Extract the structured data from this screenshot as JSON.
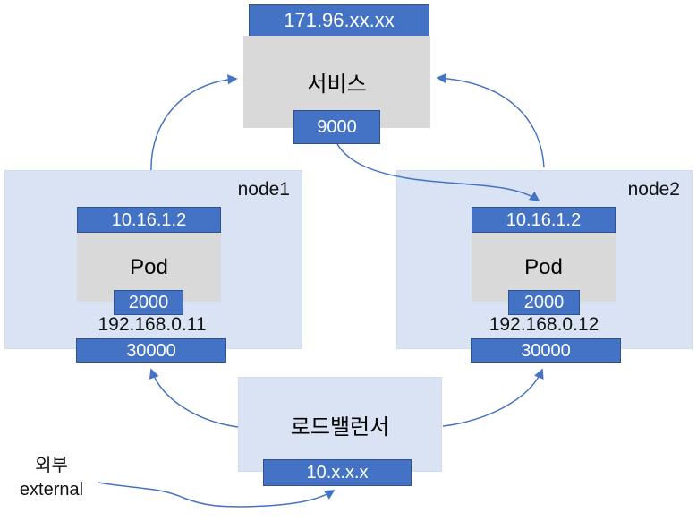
{
  "colors": {
    "box_blue": "#4472C4",
    "box_blue_border": "#2F528F",
    "box_gray": "#D9D9D9",
    "node_light_blue": "#DAE3F3",
    "arrow_blue": "#4472C4"
  },
  "service": {
    "cluster_ip": "171.96.xx.xx",
    "label": "서비스",
    "port": "9000"
  },
  "node1": {
    "name": "node1",
    "pod_ip": "10.16.1.2",
    "pod_label": "Pod",
    "pod_port": "2000",
    "host_ip": "192.168.0.11",
    "node_port": "30000"
  },
  "node2": {
    "name": "node2",
    "pod_ip": "10.16.1.2",
    "pod_label": "Pod",
    "pod_port": "2000",
    "host_ip": "192.168.0.12",
    "node_port": "30000"
  },
  "load_balancer": {
    "label": "로드밸런서",
    "ip": "10.x.x.x"
  },
  "external": {
    "label_ko": "외부",
    "label_en": "external"
  },
  "connections": [
    {
      "from": "node1",
      "to": "service"
    },
    {
      "from": "node2",
      "to": "service"
    },
    {
      "from": "service-port-9000",
      "to": "node2-pod-ip"
    },
    {
      "from": "load-balancer",
      "to": "node1-node-port-30000"
    },
    {
      "from": "load-balancer",
      "to": "node2-node-port-30000"
    },
    {
      "from": "external",
      "to": "load-balancer-ip"
    }
  ]
}
